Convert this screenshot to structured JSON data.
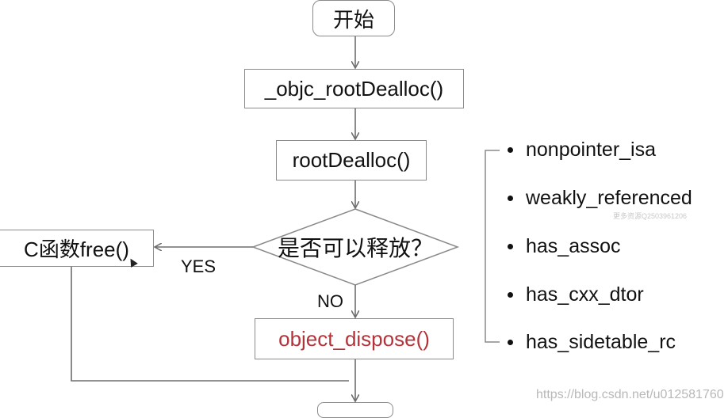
{
  "flow": {
    "start": "开始",
    "objc_root_dealloc": "_objc_rootDealloc()",
    "root_dealloc": "rootDealloc()",
    "decision": "是否可以释放？",
    "yes": "YES",
    "no": "NO",
    "c_free": "C函数free()",
    "object_dispose": "object_dispose()"
  },
  "flags": [
    "nonpointer_isa",
    "weakly_referenced",
    "has_assoc",
    "has_cxx_dtor",
    "has_sidetable_rc"
  ],
  "watermarks": {
    "small": "更多资源Q2503961206",
    "url": "https://blog.csdn.net/u012581760"
  },
  "colors": {
    "dispose_text": "#b2333a",
    "border": "#8a8a8a"
  }
}
